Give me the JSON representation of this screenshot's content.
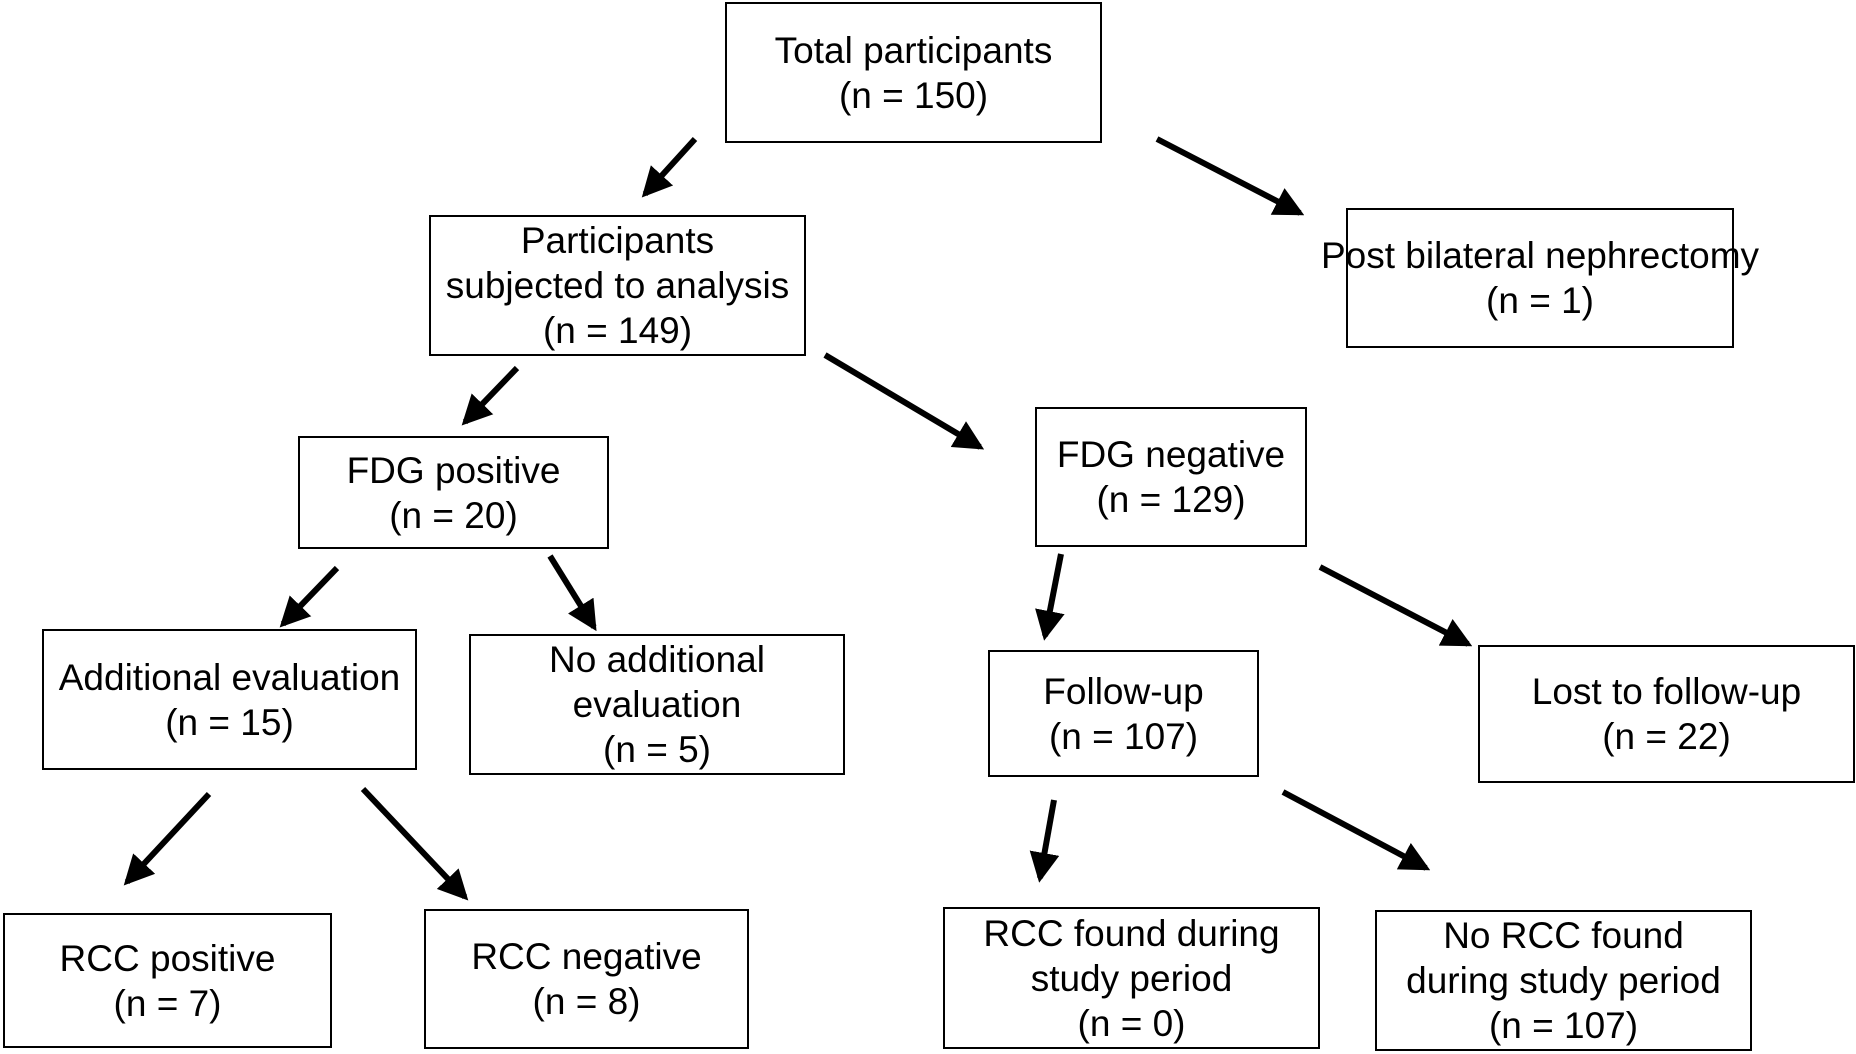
{
  "flowchart": {
    "boxes": {
      "total_participants": {
        "lines": [
          "Total participants",
          "(n = 150)"
        ]
      },
      "post_bilateral_nephrectomy": {
        "lines": [
          "Post bilateral nephrectomy",
          "(n = 1)"
        ]
      },
      "subjected_to_analysis": {
        "lines": [
          "Participants",
          "subjected to analysis",
          "(n = 149)"
        ]
      },
      "fdg_positive": {
        "lines": [
          "FDG positive",
          "(n = 20)"
        ]
      },
      "fdg_negative": {
        "lines": [
          "FDG negative",
          "(n = 129)"
        ]
      },
      "additional_evaluation": {
        "lines": [
          "Additional evaluation",
          "(n = 15)"
        ]
      },
      "no_additional_evaluation": {
        "lines": [
          "No additional",
          "evaluation",
          "(n = 5)"
        ]
      },
      "follow_up": {
        "lines": [
          "Follow-up",
          "(n = 107)"
        ]
      },
      "lost_to_follow_up": {
        "lines": [
          "Lost to follow-up",
          "(n = 22)"
        ]
      },
      "rcc_positive": {
        "lines": [
          "RCC positive",
          "(n = 7)"
        ]
      },
      "rcc_negative": {
        "lines": [
          "RCC negative",
          "(n = 8)"
        ]
      },
      "rcc_found": {
        "lines": [
          "RCC found during",
          "study period",
          "(n = 0)"
        ]
      },
      "no_rcc_found": {
        "lines": [
          "No RCC found",
          "during study period",
          "(n = 107)"
        ]
      }
    },
    "colors": {
      "line": "#000000",
      "box_border": "#000000",
      "background": "#ffffff",
      "text": "#000000"
    }
  }
}
